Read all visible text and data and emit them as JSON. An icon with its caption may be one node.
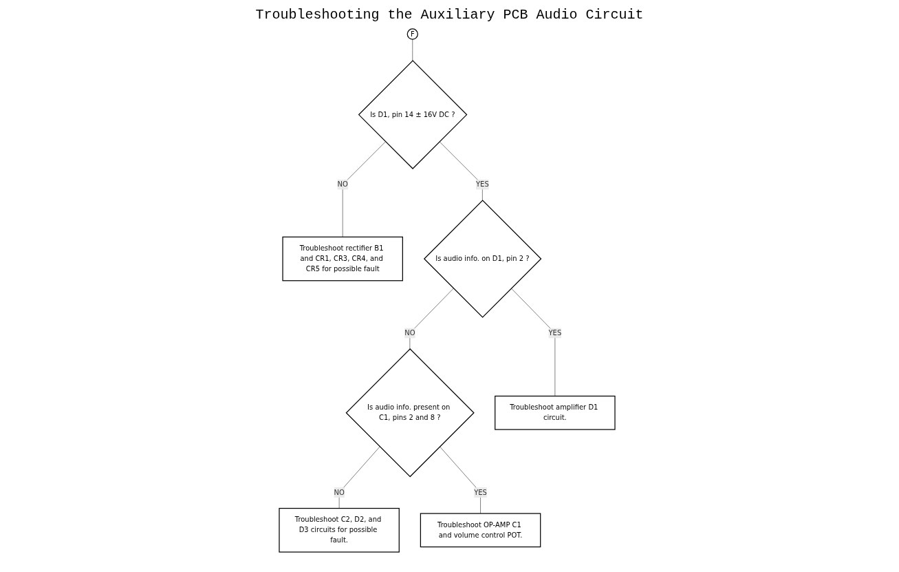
{
  "diagram": {
    "title": "Troubleshooting the Auxiliary PCB Audio Circuit",
    "nodes": [
      {
        "text": [
          "F"
        ]
      },
      {
        "text": [
          "Is D1, pin 14 ± 16V DC ?"
        ]
      },
      {
        "text": [
          "Troubleshoot rectifier B1 and CR1, CR3, CR4, and CR5 for possible fault"
        ]
      },
      {
        "text": [
          "Is audio info. on D1, pin 2 ?"
        ]
      },
      {
        "text": [
          "Is audio info. present on C1, pins 2 and 8 ?"
        ]
      },
      {
        "text": [
          "Troubleshoot C2, D2, and D3 circuits for possible fault."
        ]
      },
      {
        "text": [
          "Troubleshoot amplifier D1 circuit."
        ]
      },
      {
        "text": [
          "Troubleshoot OP-AMP C1 and volume control POT."
        ]
      }
    ],
    "edges": [
      {
        "from": 0,
        "to": 1,
        "arrow": "none"
      },
      {
        "from": 1,
        "to": 2,
        "label": "NO",
        "arrow": "none"
      },
      {
        "from": 1,
        "to": 3,
        "label": "YES",
        "arrow": "none"
      },
      {
        "from": 3,
        "to": 4,
        "label": "NO",
        "arrow": "none"
      },
      {
        "from": 4,
        "to": 5,
        "label": "NO",
        "arrow": "none"
      },
      {
        "from": 3,
        "to": 6,
        "label": "YES",
        "arrow": "none"
      },
      {
        "from": 4,
        "to": 7,
        "label": "YES",
        "arrow": "none"
      }
    ]
  }
}
